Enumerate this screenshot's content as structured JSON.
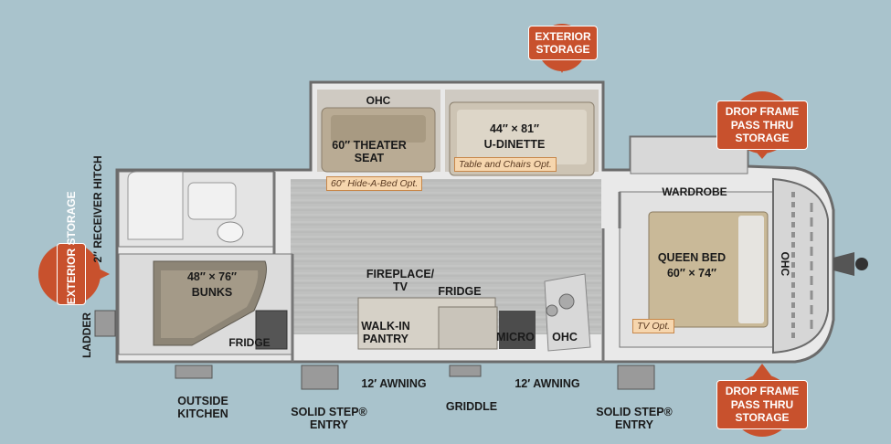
{
  "badges": {
    "exterior_storage_top": "EXTERIOR STORAGE",
    "exterior_storage_left": "EXTERIOR STORAGE",
    "drop_frame_top": "DROP FRAME PASS THRU STORAGE",
    "drop_frame_bottom": "DROP FRAME PASS THRU STORAGE"
  },
  "rooms": {
    "ohc_top": "OHC",
    "theater_seat": "60″ THEATER SEAT",
    "dinette_size": "44″ × 81″",
    "dinette_name": "U-DINETTE",
    "wardrobe": "WARDROBE",
    "queen_bed": "QUEEN BED",
    "queen_bed_size": "60″ × 74″",
    "ohc_right": "OHC",
    "bunks_size": "48″ × 76″",
    "bunks": "BUNKS",
    "fridge_bunk": "FRIDGE",
    "fireplace": "FIREPLACE/ TV",
    "fridge_main": "FRIDGE",
    "pantry": "WALK-IN PANTRY",
    "micro": "MICRO",
    "ohc_kitchen": "OHC"
  },
  "options": {
    "hide_a_bed": "60″ Hide-A-Bed Opt.",
    "table_chairs": "Table and Chairs Opt.",
    "tv_opt": "TV Opt."
  },
  "exterior": {
    "receiver_hitch": "2″ RECEIVER HITCH",
    "ladder": "LADDER",
    "outside_kitchen": "OUTSIDE KITCHEN",
    "step_left": "SOLID STEP® ENTRY",
    "awning_left": "12′ AWNING",
    "griddle": "GRIDDLE",
    "awning_right": "12′ AWNING",
    "step_right": "SOLID STEP® ENTRY"
  },
  "colors": {
    "background": "#a9c3cc",
    "badge": "#c8512d",
    "option": "#f6d6ae"
  }
}
